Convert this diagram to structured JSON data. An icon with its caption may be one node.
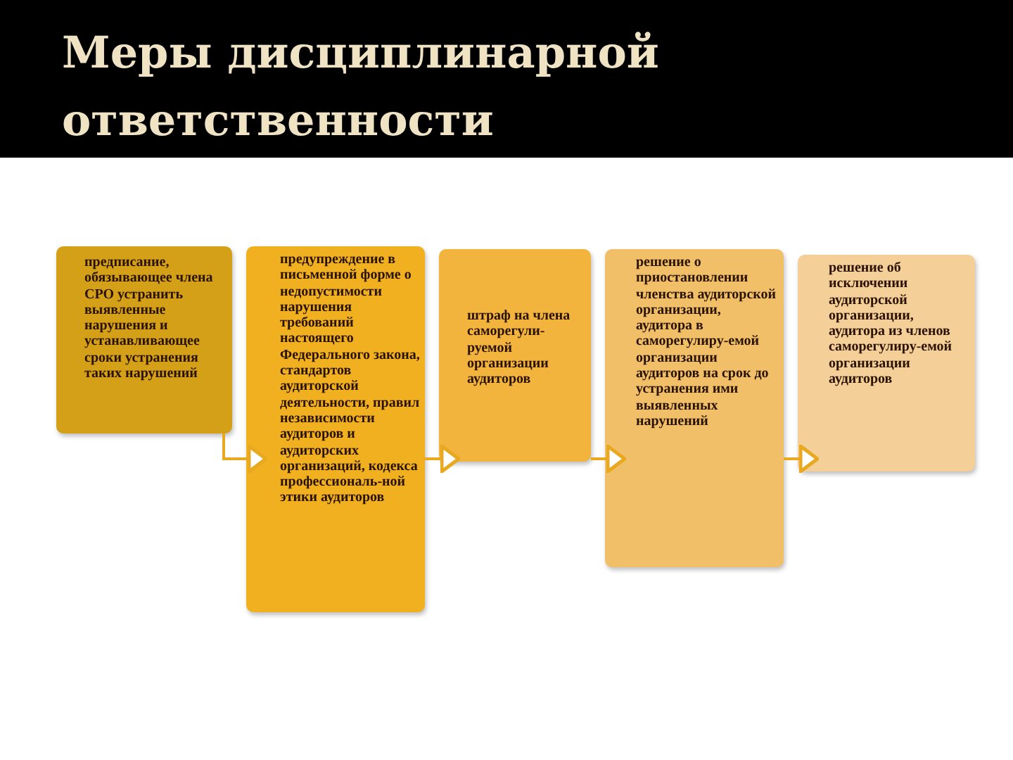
{
  "diagram": {
    "title": "Меры дисциплинарной ответственности",
    "nodes": [
      {
        "text": [
          "предписание, обязывающее члена СРО устранить выявленные нарушения и устанавливающее сроки устранения таких нарушений"
        ]
      },
      {
        "text": [
          "предупреждение в письменной форме о недопустимости нарушения требований настоящего Федерального закона, стандартов аудиторской деятельности, правил независимости аудиторов и аудиторских организаций, кодекса профессиональ-ной этики аудиторов"
        ]
      },
      {
        "text": [
          "штраф на члена саморегули-руемой организации аудиторов"
        ]
      },
      {
        "text": [
          "решение о приостановлении членства аудиторской организации, аудитора в саморегулиру-емой организации аудиторов на срок до устранения ими выявленных нарушений"
        ]
      },
      {
        "text": [
          "решение об исключении аудиторской организации, аудитора из членов саморегулиру-емой организации аудиторов"
        ]
      }
    ],
    "edges": [
      {
        "from": 0,
        "to": 1,
        "arrow": "to"
      },
      {
        "from": 1,
        "to": 2,
        "arrow": "to"
      },
      {
        "from": 2,
        "to": 3,
        "arrow": "to"
      },
      {
        "from": 3,
        "to": 4,
        "arrow": "to"
      }
    ]
  }
}
